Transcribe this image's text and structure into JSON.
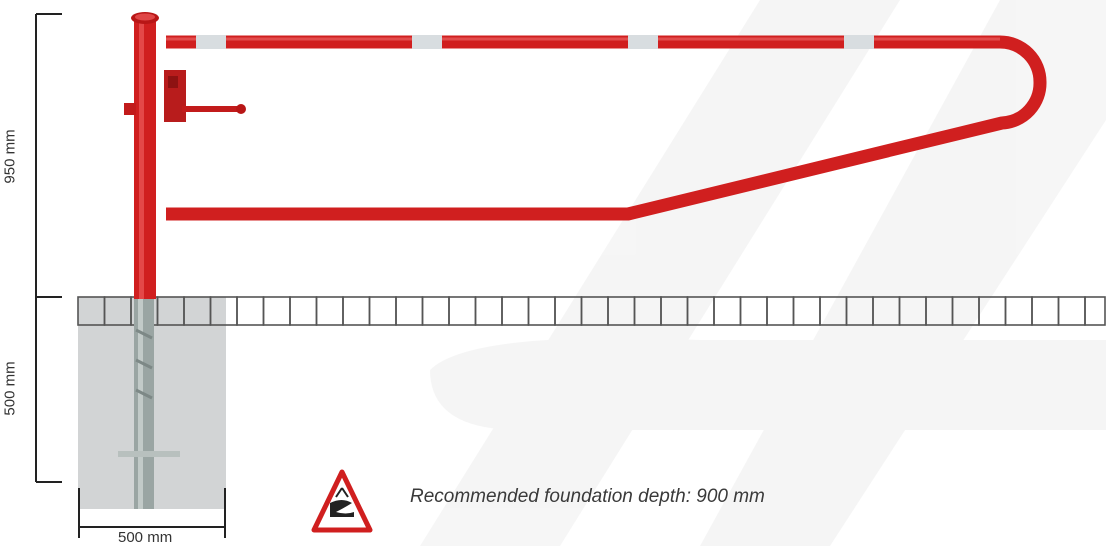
{
  "dimensions": {
    "height_above_ground": "950 mm",
    "depth_below_ground": "500 mm",
    "foundation_width": "500 mm"
  },
  "note": "Recommended foundation depth: 900 mm",
  "warning_icon": "frost-warning-triangle-icon",
  "colors": {
    "barrier_red": "#d01f1f",
    "reflective_band": "#d8dde0",
    "foundation_fill": "#d2d4d5",
    "pavement_stroke": "#555555",
    "post_steel": "#9aa5a3"
  }
}
